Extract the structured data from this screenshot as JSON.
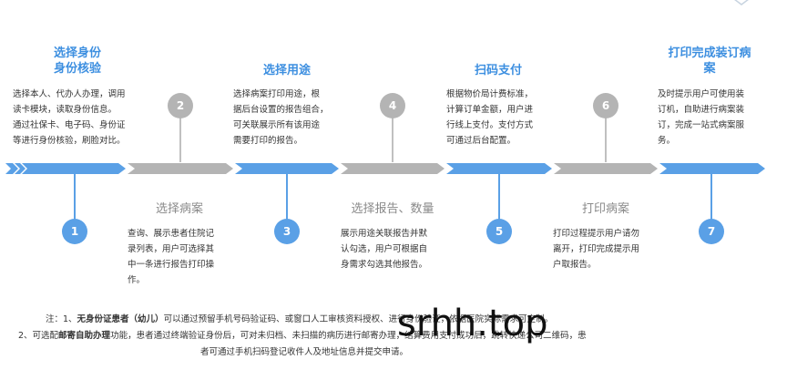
{
  "steps": [
    {
      "num": "1",
      "title": "选择身份",
      "title2": "身份核验",
      "desc": [
        "选择本人、代办人办理，调用",
        "读卡模块，读取身份信息。",
        "通过社保卡、电子码、身份证",
        "等进行身份核验，刷脸对比。"
      ]
    },
    {
      "num": "2",
      "title": "选择病案",
      "desc": [
        "查询、展示患者住院记",
        "录列表，用户可选择其",
        "中一条进行报告打印操",
        "作。"
      ]
    },
    {
      "num": "3",
      "title": "选择用途",
      "desc": [
        "选择病案打印用途，根",
        "据后台设置的报告组合，",
        "可关联展示所有该用途",
        "需要打印的报告。"
      ]
    },
    {
      "num": "4",
      "title": "选择报告、数量",
      "desc": [
        "展示用途关联报告并默",
        "认勾选，用户可根据自",
        "身需求勾选其他报告。"
      ]
    },
    {
      "num": "5",
      "title": "扫码支付",
      "desc": [
        "根据物价局计费标准，",
        "计算订单金额，用户进",
        "行线上支付。支付方式",
        "可通过后台配置。"
      ]
    },
    {
      "num": "6",
      "title": "打印病案",
      "desc": [
        "打印过程提示用户请勿",
        "离开，打印完成提示用",
        "户取报告。"
      ]
    },
    {
      "num": "7",
      "title": "打印完成装订病",
      "title2": "案",
      "desc": [
        "及时提示用户可使用装",
        "订机，自助进行病案装",
        "订，完成一站式病案服",
        "务。"
      ]
    }
  ],
  "notes": {
    "line1_prefix": "注：1、",
    "line1_bold": "无身份证患者（幼儿）",
    "line1_rest": "可以通过预留手机号码验证码、或窗口人工审核资料授权、进行身份验证，依据医院实际需求可定制。",
    "line2_prefix": "2、可选配",
    "line2_bold": "邮寄自助办理",
    "line2_rest": "功能，患者通过终端验证身份后，可对未归档、未扫描的病历进行邮寄办理，结算费用支付成功后，跳转快递公司二维码，患",
    "line3": "者可通过手机扫码登记收件人及地址信息并提交申请。"
  },
  "watermark": "srhh.top",
  "colors": {
    "blue": "#5aa0e6",
    "gray": "#b4b4b4",
    "title_blue": "#3d8fe0"
  }
}
